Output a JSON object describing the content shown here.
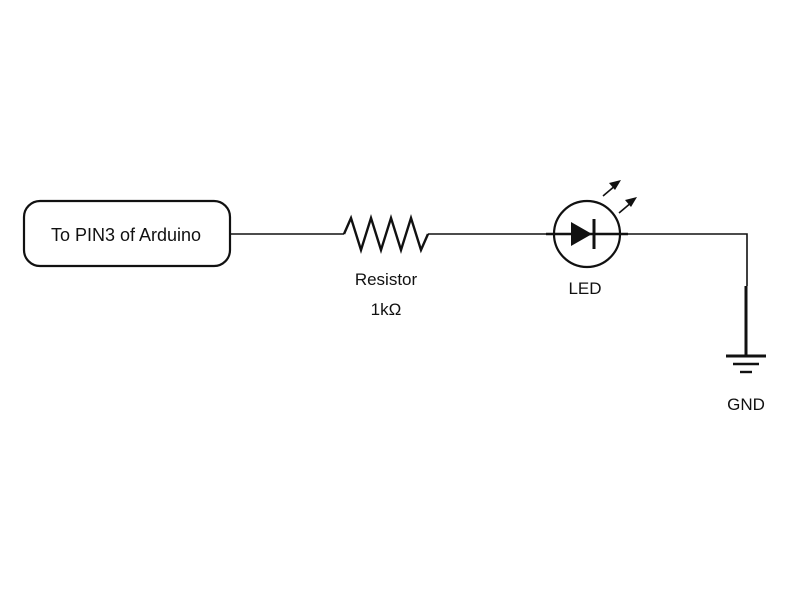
{
  "diagram": {
    "source_label": "To PIN3 of Arduino",
    "resistor": {
      "name": "Resistor",
      "value": "1kΩ"
    },
    "led": {
      "name": "LED"
    },
    "ground": {
      "name": "GND"
    }
  },
  "colors": {
    "ink": "#111111",
    "background": "#ffffff"
  },
  "icons": [
    "resistor-symbol-icon",
    "led-symbol-icon",
    "ground-symbol-icon",
    "light-emission-arrows-icon"
  ]
}
